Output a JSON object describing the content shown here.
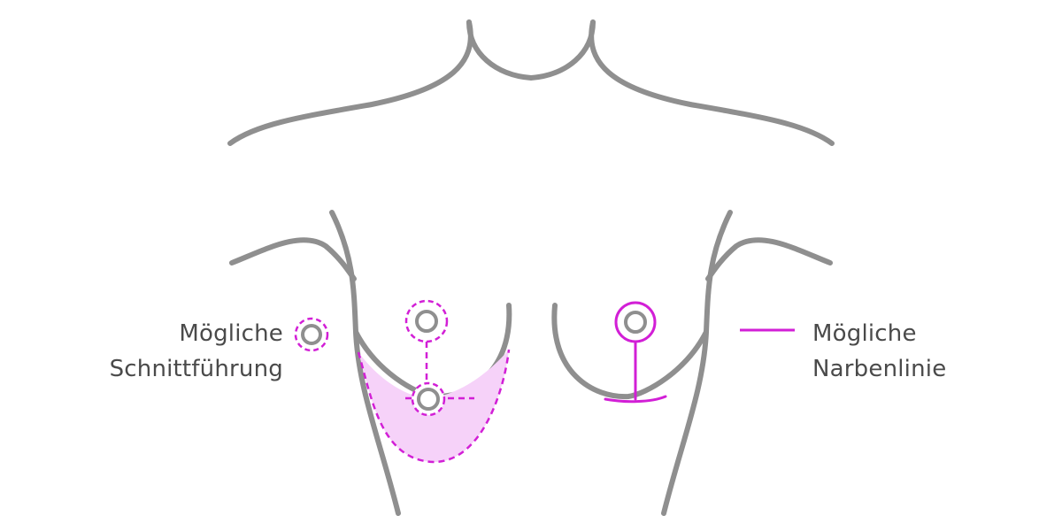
{
  "legend": {
    "incision": {
      "line1": "Mögliche",
      "line2": "Schnittführung"
    },
    "scar": {
      "line1": "Mögliche",
      "line2": "Narbenlinie"
    }
  },
  "colors": {
    "outline": "#8f8f8f",
    "accent": "#d21fd6",
    "fill": "#f6d2f9",
    "text": "#4a4a4a"
  }
}
